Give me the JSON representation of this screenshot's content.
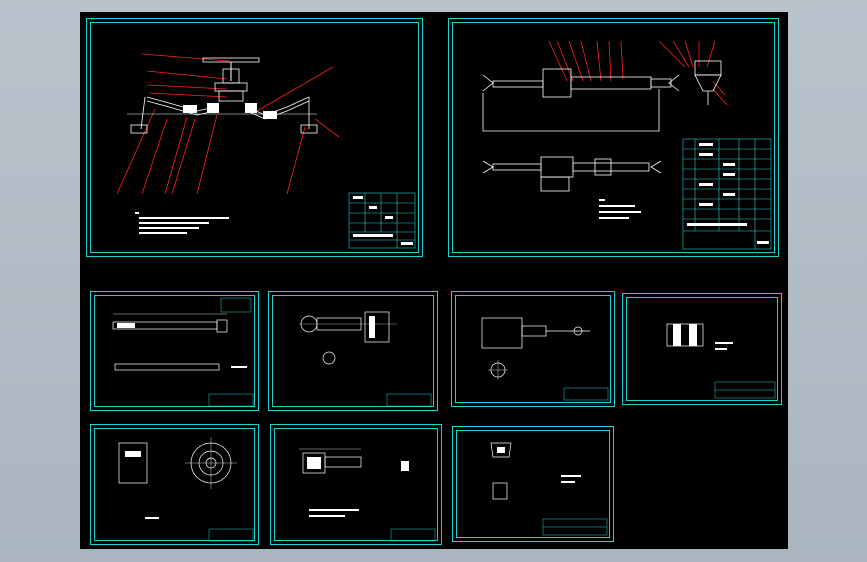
{
  "viewer": {
    "background_color": "#000000",
    "line_color": "#1fd1d1",
    "leader_color": "#ff2020",
    "outer_background": "#b5bfc8"
  },
  "drawings": [
    {
      "id": "main-assembly",
      "kind": "assembly"
    },
    {
      "id": "sub-assembly",
      "kind": "assembly"
    },
    {
      "id": "part-shaft",
      "kind": "part"
    },
    {
      "id": "part-bracket",
      "kind": "part"
    },
    {
      "id": "part-arm",
      "kind": "part"
    },
    {
      "id": "part-block",
      "kind": "part"
    },
    {
      "id": "part-flange",
      "kind": "part"
    },
    {
      "id": "part-clamp",
      "kind": "part"
    },
    {
      "id": "part-fitting",
      "kind": "part"
    }
  ]
}
